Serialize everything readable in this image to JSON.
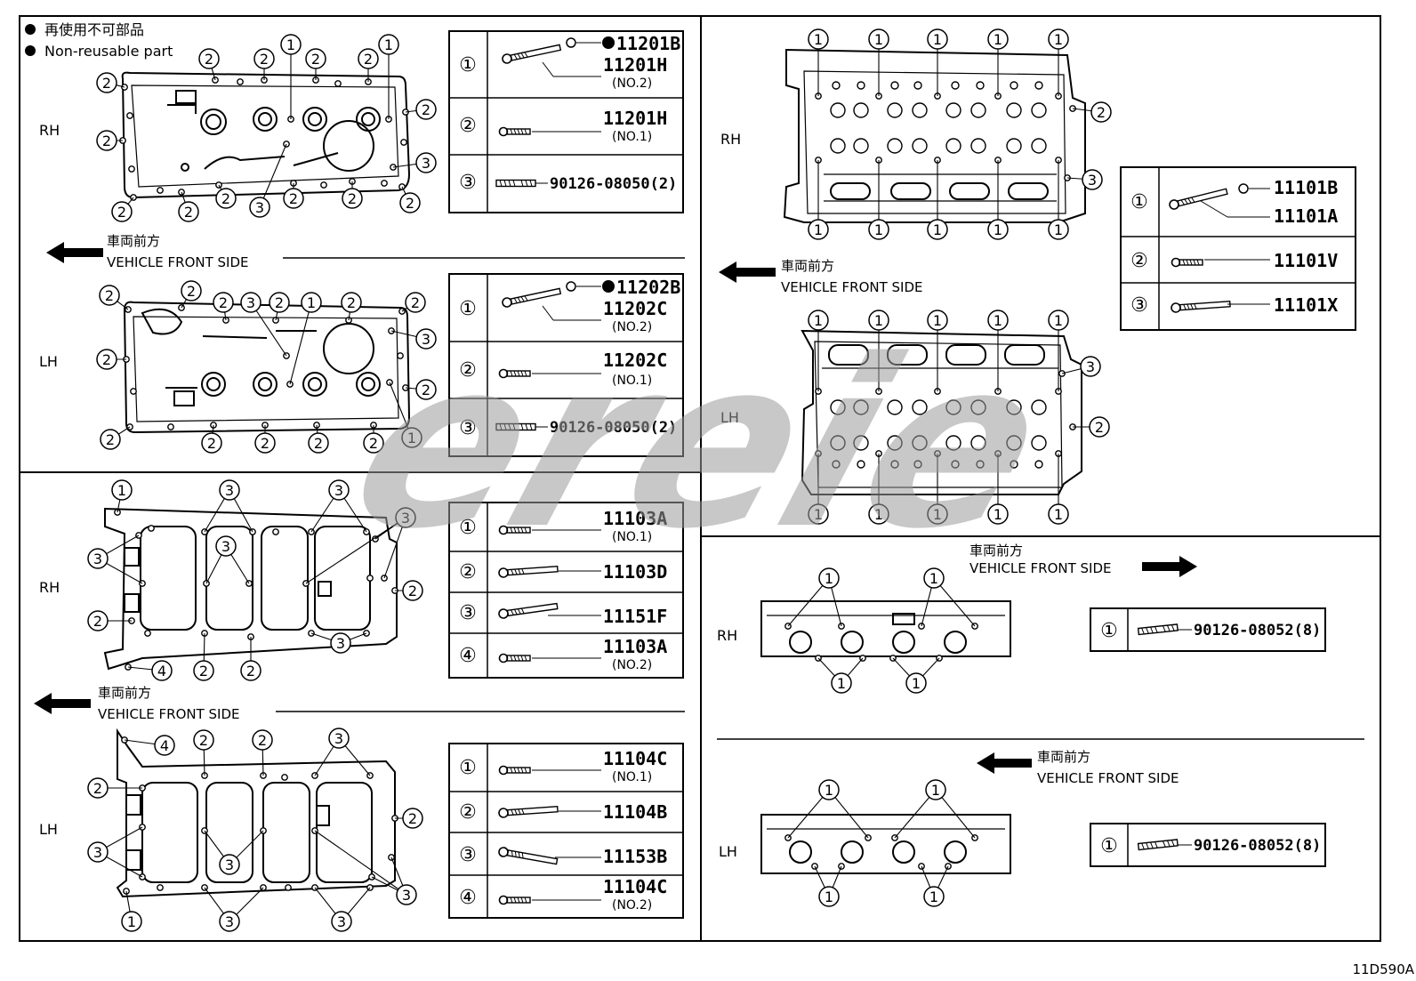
{
  "legend": {
    "ja": "再使用不可部品",
    "en": "Non-reusable part"
  },
  "front": {
    "ja": "車両前方",
    "en": "VEHICLE FRONT SIDE"
  },
  "sides": {
    "rh": "RH",
    "lh": "LH"
  },
  "callouts": [
    "①",
    "②",
    "③",
    "④"
  ],
  "figure_code": "11D590A",
  "watermark": "ereie",
  "tables": {
    "cover_rh": [
      {
        "n": "①",
        "part": "11201H",
        "sub": "(NO.2)",
        "washer": "11201B"
      },
      {
        "n": "②",
        "part": "11201H",
        "sub": "(NO.1)"
      },
      {
        "n": "③",
        "part": "90126-08050(2)",
        "sub": ""
      }
    ],
    "cover_lh": [
      {
        "n": "①",
        "part": "11202C",
        "sub": "(NO.2)",
        "washer": "11202B"
      },
      {
        "n": "②",
        "part": "11202C",
        "sub": "(NO.1)"
      },
      {
        "n": "③",
        "part": "90126-08050(2)",
        "sub": ""
      }
    ],
    "lower_rh": [
      {
        "n": "①",
        "part": "11103A",
        "sub": "(NO.1)"
      },
      {
        "n": "②",
        "part": "11103D",
        "sub": ""
      },
      {
        "n": "③",
        "part": "11151F",
        "sub": ""
      },
      {
        "n": "④",
        "part": "11103A",
        "sub": "(NO.2)"
      }
    ],
    "lower_lh": [
      {
        "n": "①",
        "part": "11104C",
        "sub": "(NO.1)"
      },
      {
        "n": "②",
        "part": "11104B",
        "sub": ""
      },
      {
        "n": "③",
        "part": "11153B",
        "sub": ""
      },
      {
        "n": "④",
        "part": "11104C",
        "sub": "(NO.2)"
      }
    ],
    "head": [
      {
        "n": "①",
        "part": "11101A",
        "sub": "",
        "washer": "11101B"
      },
      {
        "n": "②",
        "part": "11101V",
        "sub": ""
      },
      {
        "n": "③",
        "part": "11101X",
        "sub": ""
      }
    ],
    "stud_rh": [
      {
        "n": "①",
        "part": "90126-08052(8)",
        "sub": ""
      }
    ],
    "stud_lh": [
      {
        "n": "①",
        "part": "90126-08052(8)",
        "sub": ""
      }
    ]
  }
}
